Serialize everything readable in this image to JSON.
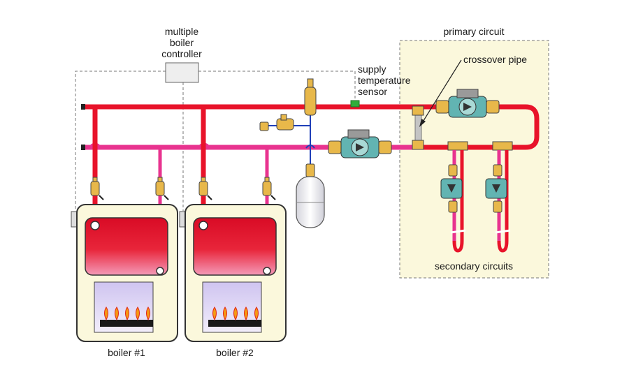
{
  "labels": {
    "controller_line1": "multiple",
    "controller_line2": "boiler",
    "controller_line3": "controller",
    "sensor_line1": "supply",
    "sensor_line2": "temperature",
    "sensor_line3": "sensor",
    "primary_circuit": "primary circuit",
    "crossover_pipe": "crossover pipe",
    "secondary_circuits": "secondary circuits",
    "boiler1": "boiler #1",
    "boiler2": "boiler #2"
  },
  "colors": {
    "supply_pipe": "#e8132a",
    "return_pipe": "#e8338f",
    "boiler_cabinet": "#fbf8dc",
    "heat_exchanger": "#e0102a",
    "firebox": "#dcd4f4",
    "burner_flame": "#f59a12",
    "valve_brass": "#e8b84a",
    "circulator_body": "#62b4b2",
    "primary_zone_fill": "#fbf8dc",
    "sensor": "#2fae3a",
    "expansion_tank": "#e6e6ee",
    "makeup_water_line": "#1f3fb8"
  }
}
